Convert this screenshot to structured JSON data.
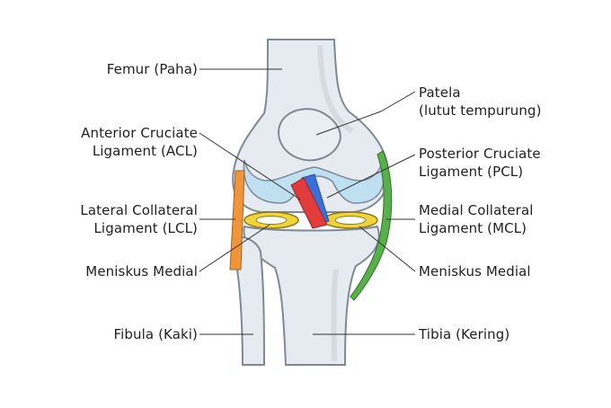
{
  "labels": {
    "femur": "Femur (Paha)",
    "patela_1": "Patela",
    "patela_2": "(lutut tempurung)",
    "acl_1": "Anterior Cruciate",
    "acl_2": "Ligament (ACL)",
    "pcl_1": "Posterior Cruciate",
    "pcl_2": "Ligament (PCL)",
    "lcl_1": "Lateral Collateral",
    "lcl_2": "Ligament (LCL)",
    "mcl_1": "Medial Collateral",
    "mcl_2": "Ligament (MCL)",
    "meniskus_left": "Meniskus Medial",
    "meniskus_right": "Meniskus Medial",
    "fibula": "Fibula (Kaki)",
    "tibia": "Tibia (Kering)"
  },
  "colors": {
    "bone": "#e6ebf1",
    "bone_outline": "#7f8996",
    "cartilage": "#bfe0f0",
    "acl": "#e23b3b",
    "pcl": "#3b6fd8",
    "meniscus": "#f2d43a",
    "lcl": "#f0953a",
    "mcl": "#58b04a",
    "leader": "#333333"
  }
}
